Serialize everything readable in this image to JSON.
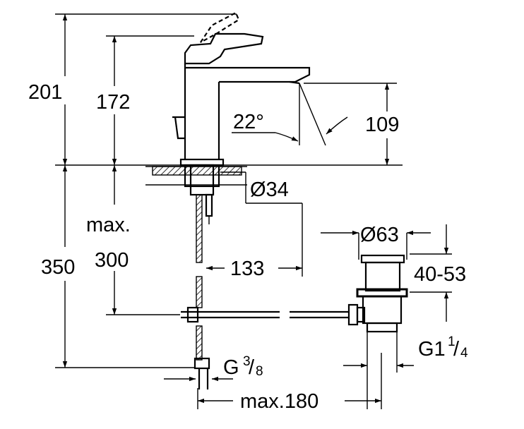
{
  "dimensions": {
    "total_height": "201",
    "height_max_spout": "172",
    "angle": "22°",
    "spout_height": "109",
    "hole_diameter": "Ø34",
    "max_word": "max.",
    "max_depth": "300",
    "below_height": "350",
    "reach": "133",
    "waste_diameter": "Ø63",
    "waste_range": "40-53",
    "connection_main": "G",
    "connection_num": "3",
    "connection_den": "8",
    "waste_thread_main": "G1",
    "waste_thread_num": "1",
    "waste_thread_den": "4",
    "max_width": "max.180"
  }
}
